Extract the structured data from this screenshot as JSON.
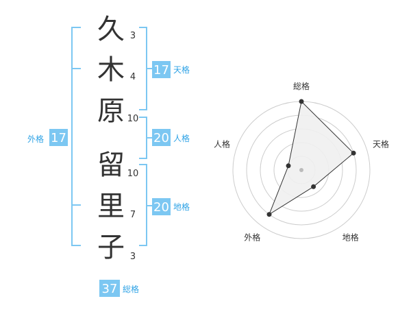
{
  "name": {
    "characters": [
      {
        "char": "久",
        "strokes": "3"
      },
      {
        "char": "木",
        "strokes": "4"
      },
      {
        "char": "原",
        "strokes": "10"
      },
      {
        "char": "留",
        "strokes": "10"
      },
      {
        "char": "里",
        "strokes": "7"
      },
      {
        "char": "子",
        "strokes": "3"
      }
    ]
  },
  "fortunes": {
    "tenkaku": {
      "label": "天格",
      "value": "17"
    },
    "jinkaku": {
      "label": "人格",
      "value": "20"
    },
    "chikaku": {
      "label": "地格",
      "value": "20"
    },
    "gaikaku": {
      "label": "外格",
      "value": "17"
    },
    "soukaku": {
      "label": "総格",
      "value": "37"
    }
  },
  "colors": {
    "bracket": "#7cc7f2",
    "box": "#7cc7f2",
    "label": "#2fa3e6",
    "text": "#333333",
    "radar_fill": "#f0f0f0",
    "radar_line": "#333333",
    "grid": "#cccccc"
  },
  "chart_data": {
    "type": "radar",
    "axes": [
      "総格",
      "天格",
      "地格",
      "外格",
      "人格"
    ],
    "levels": 5,
    "values": [
      5,
      4,
      1.5,
      4,
      1
    ]
  }
}
